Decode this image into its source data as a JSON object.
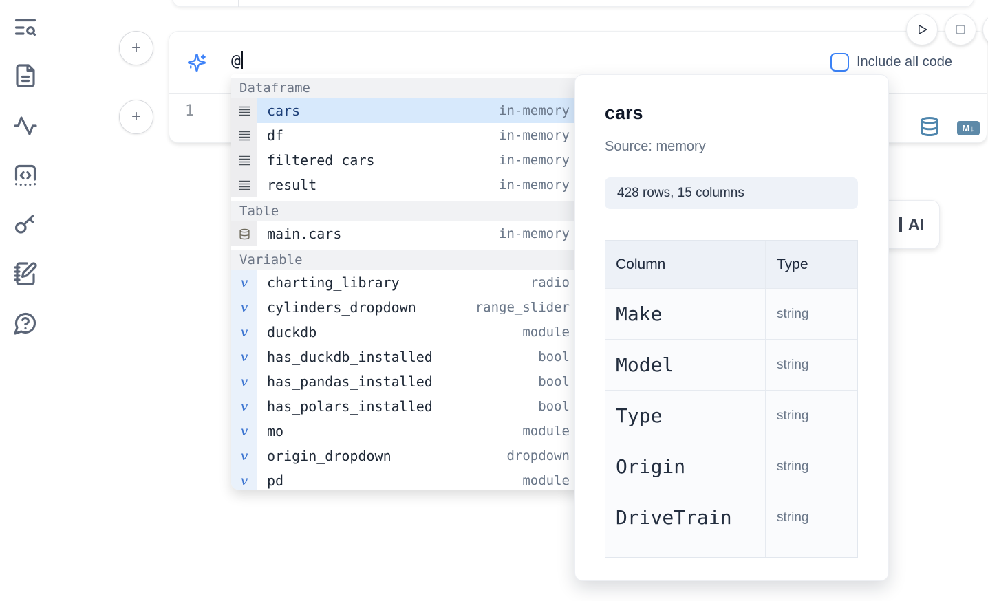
{
  "sidebar": {
    "icons": [
      {
        "name": "text-search-icon"
      },
      {
        "name": "file-document-icon"
      },
      {
        "name": "activity-icon"
      },
      {
        "name": "code-snippet-icon"
      },
      {
        "name": "key-icon"
      },
      {
        "name": "notebook-pen-icon"
      },
      {
        "name": "help-chat-icon"
      }
    ]
  },
  "controls": {
    "run_button": "run",
    "stop_button": "stop",
    "include_all_code_label": "Include all code",
    "include_all_code_checked": false
  },
  "prompt": {
    "value": "@"
  },
  "editor": {
    "line_number": "1",
    "markdown_badge": "M↓"
  },
  "autocomplete": {
    "sections": [
      {
        "label": "Dataframe",
        "items": [
          {
            "name": "cars",
            "type": "in-memory",
            "icon": "menu-rows-icon",
            "selected": true
          },
          {
            "name": "df",
            "type": "in-memory",
            "icon": "menu-rows-icon",
            "selected": false
          },
          {
            "name": "filtered_cars",
            "type": "in-memory",
            "icon": "menu-rows-icon",
            "selected": false
          },
          {
            "name": "result",
            "type": "in-memory",
            "icon": "menu-rows-icon",
            "selected": false
          }
        ]
      },
      {
        "label": "Table",
        "items": [
          {
            "name": "main.cars",
            "type": "in-memory",
            "icon": "database-icon",
            "selected": false
          }
        ]
      },
      {
        "label": "Variable",
        "items": [
          {
            "name": "charting_library",
            "type": "radio",
            "icon": "variable-icon",
            "selected": false
          },
          {
            "name": "cylinders_dropdown",
            "type": "range_slider",
            "icon": "variable-icon",
            "selected": false
          },
          {
            "name": "duckdb",
            "type": "module",
            "icon": "variable-icon",
            "selected": false
          },
          {
            "name": "has_duckdb_installed",
            "type": "bool",
            "icon": "variable-icon",
            "selected": false
          },
          {
            "name": "has_pandas_installed",
            "type": "bool",
            "icon": "variable-icon",
            "selected": false
          },
          {
            "name": "has_polars_installed",
            "type": "bool",
            "icon": "variable-icon",
            "selected": false
          },
          {
            "name": "mo",
            "type": "module",
            "icon": "variable-icon",
            "selected": false
          },
          {
            "name": "origin_dropdown",
            "type": "dropdown",
            "icon": "variable-icon",
            "selected": false
          },
          {
            "name": "pd",
            "type": "module",
            "icon": "variable-icon",
            "selected": false
          }
        ]
      }
    ]
  },
  "preview": {
    "title": "cars",
    "source": "Source: memory",
    "shape": "428 rows, 15 columns",
    "table": {
      "headers": [
        "Column",
        "Type"
      ],
      "rows": [
        [
          "Make",
          "string"
        ],
        [
          "Model",
          "string"
        ],
        [
          "Type",
          "string"
        ],
        [
          "Origin",
          "string"
        ],
        [
          "DriveTrain",
          "string"
        ]
      ]
    }
  },
  "ai_button": {
    "label": "AI"
  },
  "colors": {
    "accent_blue": "#3b82f6",
    "selection_blue": "#d7e9fc",
    "steel_blue": "#5d89a8",
    "sidebar_gray": "#5b6577",
    "type_gray": "#6a7789"
  }
}
